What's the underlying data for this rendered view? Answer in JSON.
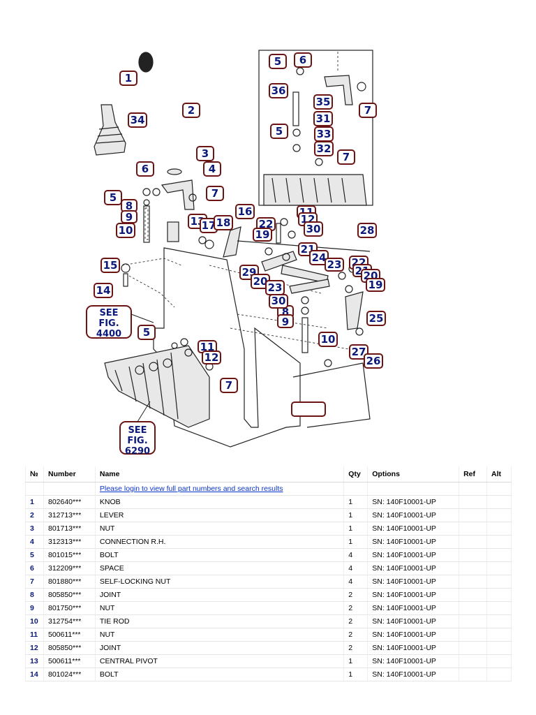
{
  "diagram": {
    "callouts": [
      "1",
      "2",
      "34",
      "3",
      "4",
      "6",
      "5",
      "7",
      "8",
      "9",
      "10",
      "13",
      "17",
      "18",
      "16",
      "11",
      "12",
      "22",
      "19",
      "30",
      "21",
      "24",
      "23",
      "28",
      "15",
      "14",
      "29",
      "20",
      "8",
      "9",
      "25",
      "10",
      "27",
      "26",
      "5",
      "11",
      "12",
      "7",
      "5",
      "6",
      "36",
      "35",
      "31",
      "5",
      "33",
      "32",
      "7",
      "7",
      "22",
      "21",
      "20",
      "19",
      "23",
      "30"
    ],
    "see_fig_1": [
      "SEE",
      "FIG.",
      "4400"
    ],
    "see_fig_2": [
      "SEE",
      "FIG.",
      "6290"
    ]
  },
  "table": {
    "headers": [
      "№",
      "Number",
      "Name",
      "Qty",
      "Options",
      "Ref",
      "Alt"
    ],
    "login_link": "Please login to view full part numbers and search results",
    "rows": [
      {
        "no": "1",
        "number": "802640***",
        "name": "KNOB",
        "qty": "1",
        "options": "SN: 140F10001-UP"
      },
      {
        "no": "2",
        "number": "312713***",
        "name": "LEVER",
        "qty": "1",
        "options": "SN: 140F10001-UP"
      },
      {
        "no": "3",
        "number": "801713***",
        "name": "NUT",
        "qty": "1",
        "options": "SN: 140F10001-UP"
      },
      {
        "no": "4",
        "number": "312313***",
        "name": "CONNECTION R.H.",
        "qty": "1",
        "options": "SN: 140F10001-UP"
      },
      {
        "no": "5",
        "number": "801015***",
        "name": "BOLT",
        "qty": "4",
        "options": "SN: 140F10001-UP"
      },
      {
        "no": "6",
        "number": "312209***",
        "name": "SPACE",
        "qty": "4",
        "options": "SN: 140F10001-UP"
      },
      {
        "no": "7",
        "number": "801880***",
        "name": "SELF-LOCKING NUT",
        "qty": "4",
        "options": "SN: 140F10001-UP"
      },
      {
        "no": "8",
        "number": "805850***",
        "name": "JOINT",
        "qty": "2",
        "options": "SN: 140F10001-UP"
      },
      {
        "no": "9",
        "number": "801750***",
        "name": "NUT",
        "qty": "2",
        "options": "SN: 140F10001-UP"
      },
      {
        "no": "10",
        "number": "312754***",
        "name": "TIE ROD",
        "qty": "2",
        "options": "SN: 140F10001-UP"
      },
      {
        "no": "11",
        "number": "500611***",
        "name": "NUT",
        "qty": "2",
        "options": "SN: 140F10001-UP"
      },
      {
        "no": "12",
        "number": "805850***",
        "name": "JOINT",
        "qty": "2",
        "options": "SN: 140F10001-UP"
      },
      {
        "no": "13",
        "number": "500611***",
        "name": "CENTRAL PIVOT",
        "qty": "1",
        "options": "SN: 140F10001-UP"
      },
      {
        "no": "14",
        "number": "801024***",
        "name": "BOLT",
        "qty": "1",
        "options": "SN: 140F10001-UP"
      }
    ]
  }
}
